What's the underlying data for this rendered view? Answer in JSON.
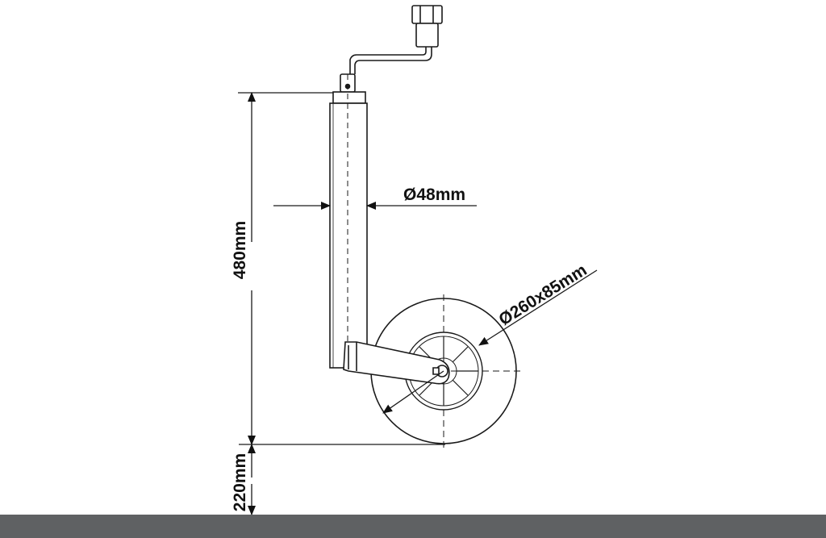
{
  "dimensions": {
    "tube_diameter": "Ø48mm",
    "wheel_size": "Ø260x85mm",
    "height_upper": "480mm",
    "height_lower": "220mm"
  },
  "colors": {
    "line": "#1a1a1a",
    "fill": "#ffffff",
    "bottom_bar": "#5f6163"
  }
}
